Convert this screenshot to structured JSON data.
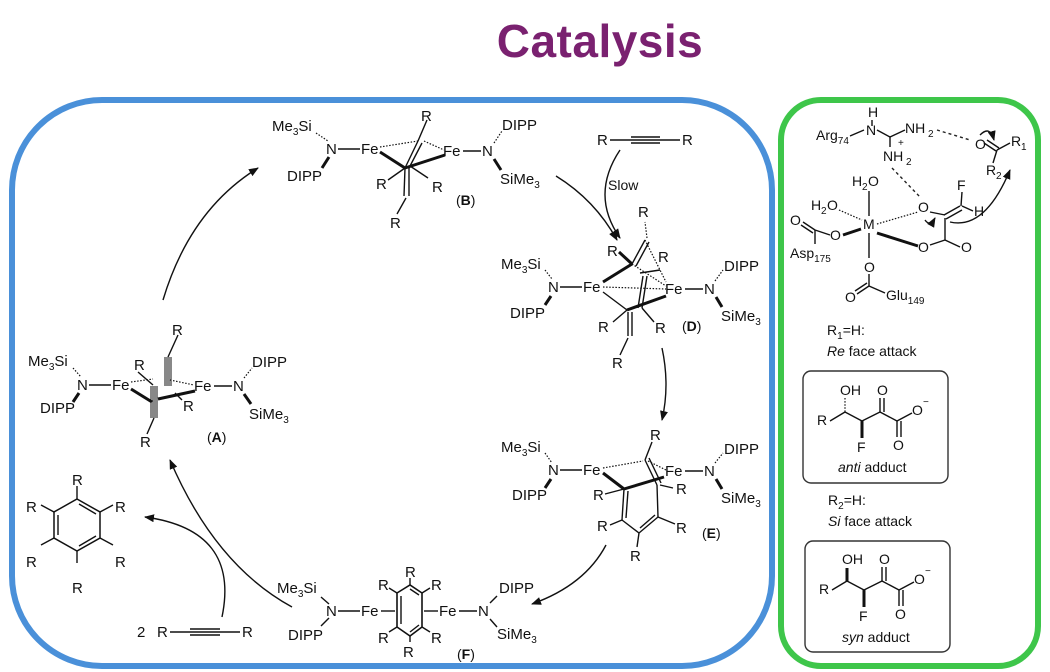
{
  "title": "Catalysis",
  "colors": {
    "title": "#7a2170",
    "cycle_border": "#4a90d9",
    "enzyme_border": "#3ec64a"
  },
  "cycle": {
    "ligand": {
      "me3si": "Me",
      "me3si_sub": "3",
      "me3si_tail": "Si",
      "dipp": "DIPP",
      "n": "N",
      "fe": "Fe",
      "sime3": "SiMe",
      "sime3_sub": "3",
      "r": "R"
    },
    "labels": {
      "A": "A",
      "B": "B",
      "D": "D",
      "E": "E",
      "F": "F"
    },
    "slow": "Slow",
    "alkyne_coeff": "2"
  },
  "enzyme": {
    "arg": "Arg",
    "arg_sub": "74",
    "asp": "Asp",
    "asp_sub": "175",
    "glu": "Glu",
    "glu_sub": "149",
    "metal": "M",
    "h2o": "H",
    "r1_eq": "=H:",
    "re_face": "Re",
    "re_face_tail": " face attack",
    "anti": "anti",
    "anti_tail": " adduct",
    "r2_eq": "=H:",
    "si_face": "Si",
    "si_face_tail": " face attack",
    "syn": "syn",
    "syn_tail": " adduct"
  }
}
